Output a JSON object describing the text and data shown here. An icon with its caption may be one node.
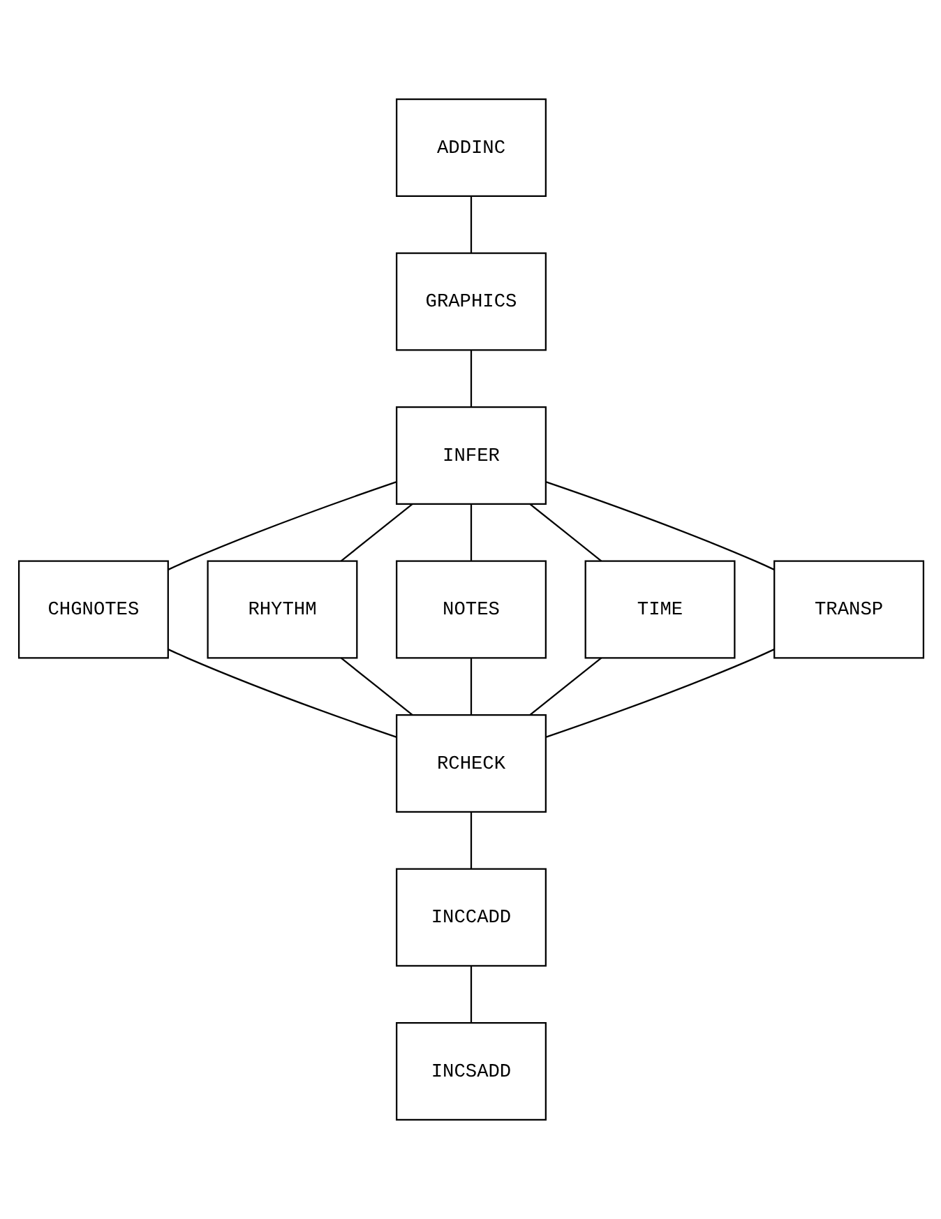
{
  "diagram": {
    "nodes": [
      {
        "text": [
          "ADDINC"
        ]
      },
      {
        "text": [
          "GRAPHICS"
        ]
      },
      {
        "text": [
          "INFER"
        ]
      },
      {
        "text": [
          "CHGNOTES"
        ]
      },
      {
        "text": [
          "RHYTHM"
        ]
      },
      {
        "text": [
          "NOTES"
        ]
      },
      {
        "text": [
          "TIME"
        ]
      },
      {
        "text": [
          "TRANSP"
        ]
      },
      {
        "text": [
          "RCHECK"
        ]
      },
      {
        "text": [
          "INCCADD"
        ]
      },
      {
        "text": [
          "INCSADD"
        ]
      }
    ],
    "edges": [
      {
        "from": 0,
        "to": 1,
        "arrow": "none"
      },
      {
        "from": 1,
        "to": 2,
        "arrow": "none"
      },
      {
        "from": 2,
        "to": 3,
        "arrow": "none"
      },
      {
        "from": 2,
        "to": 4,
        "arrow": "none"
      },
      {
        "from": 2,
        "to": 5,
        "arrow": "none"
      },
      {
        "from": 2,
        "to": 6,
        "arrow": "none"
      },
      {
        "from": 2,
        "to": 7,
        "arrow": "none"
      },
      {
        "from": 3,
        "to": 8,
        "arrow": "none"
      },
      {
        "from": 4,
        "to": 8,
        "arrow": "none"
      },
      {
        "from": 5,
        "to": 8,
        "arrow": "none"
      },
      {
        "from": 6,
        "to": 8,
        "arrow": "none"
      },
      {
        "from": 7,
        "to": 8,
        "arrow": "none"
      },
      {
        "from": 8,
        "to": 9,
        "arrow": "none"
      },
      {
        "from": 9,
        "to": 10,
        "arrow": "none"
      }
    ]
  }
}
